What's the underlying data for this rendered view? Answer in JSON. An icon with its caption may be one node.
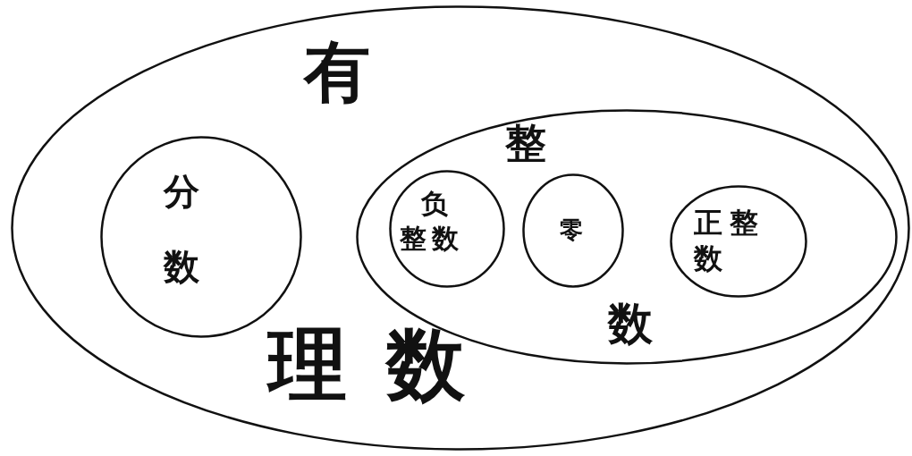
{
  "diagram": {
    "nodes": [
      {
        "text": [
          "有",
          "理数"
        ]
      },
      {
        "text": [
          "分数"
        ],
        "in": 0
      },
      {
        "text": [
          "整",
          "数"
        ],
        "in": 0
      },
      {
        "text": [
          "负整数"
        ],
        "in": 2
      },
      {
        "text": [
          "零"
        ],
        "in": 2
      },
      {
        "text": [
          "正整数"
        ],
        "in": 2
      }
    ],
    "edges": []
  }
}
